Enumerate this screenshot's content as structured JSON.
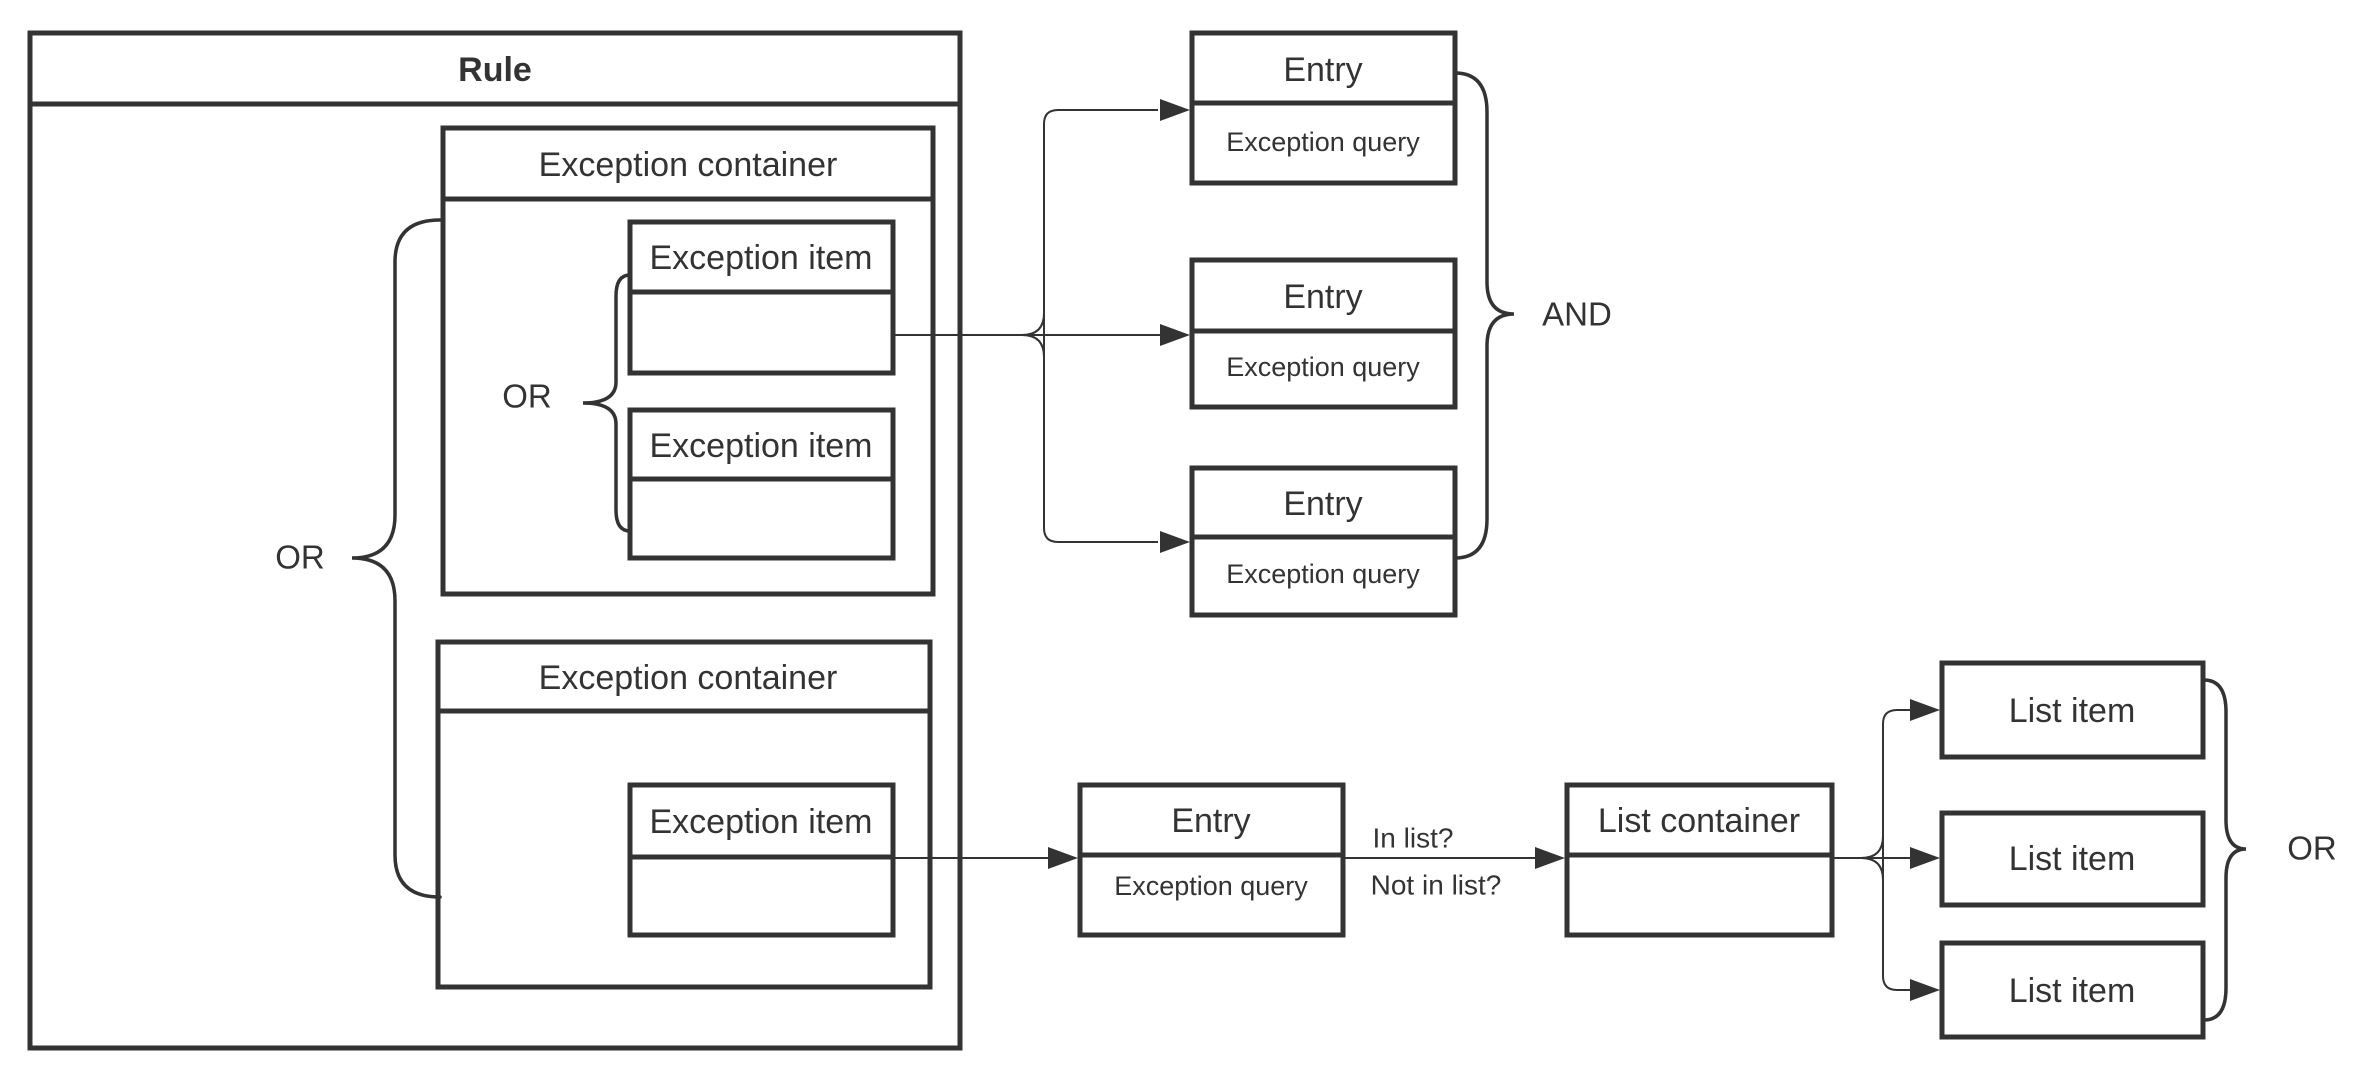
{
  "diagram": {
    "colors": {
      "stroke": "#333333",
      "background": "#ffffff"
    },
    "rule": {
      "label": "Rule"
    },
    "exception_containers": [
      {
        "label": "Exception container"
      },
      {
        "label": "Exception container"
      }
    ],
    "exception_items": [
      {
        "label": "Exception item"
      },
      {
        "label": "Exception item"
      },
      {
        "label": "Exception item"
      }
    ],
    "entries": [
      {
        "label": "Entry",
        "query": "Exception query"
      },
      {
        "label": "Entry",
        "query": "Exception query"
      },
      {
        "label": "Entry",
        "query": "Exception query"
      },
      {
        "label": "Entry",
        "query": "Exception query"
      }
    ],
    "list_container": {
      "label": "List container"
    },
    "list_items": [
      {
        "label": "List item"
      },
      {
        "label": "List item"
      },
      {
        "label": "List item"
      }
    ],
    "operators": {
      "outer_or": "OR",
      "inner_or": "OR",
      "and": "AND",
      "list_or": "OR"
    },
    "edge_labels": {
      "in_list": "In list?",
      "not_in_list": "Not in list?"
    }
  }
}
